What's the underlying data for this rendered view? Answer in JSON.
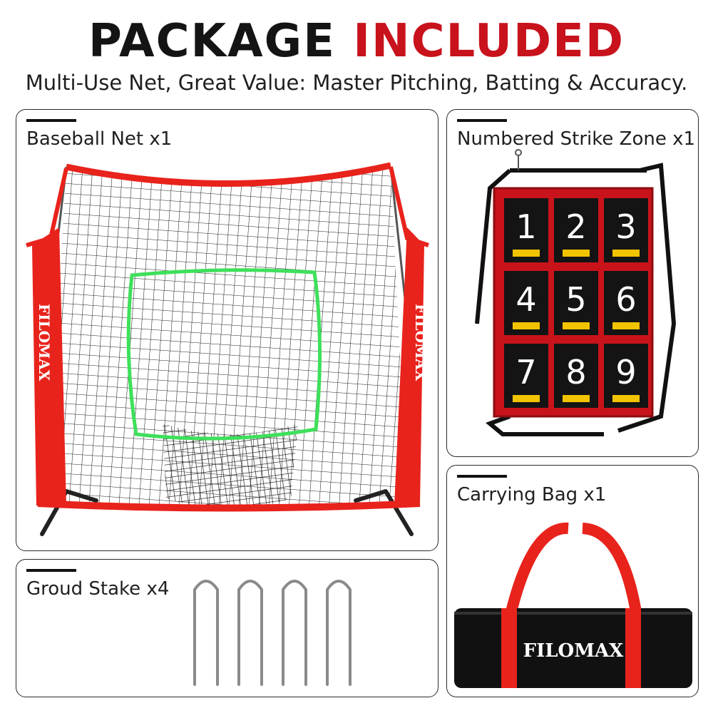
{
  "header": {
    "title_part1": "PACKAGE",
    "title_part2": "INCLUDED",
    "subtitle": "Multi-Use Net, Great Value: Master Pitching, Batting & Accuracy."
  },
  "items": {
    "net": {
      "label": "Baseball Net x1",
      "brand": "FILOMAX"
    },
    "strike_zone": {
      "label": "Numbered Strike Zone x1",
      "numbers": [
        "1",
        "2",
        "3",
        "4",
        "5",
        "6",
        "7",
        "8",
        "9"
      ]
    },
    "stake": {
      "label": "Groud Stake x4"
    },
    "bag": {
      "label": "Carrying Bag x1",
      "brand": "FILOMAX"
    }
  },
  "colors": {
    "accent": "#c8121c",
    "net_frame": "#e8231c",
    "target_frame": "#3ee05a",
    "zone_panel": "#c9131b",
    "zone_cell": "#141414",
    "zone_strip": "#f2c300",
    "bag": "#111111"
  },
  "icons": [
    "baseball-net-image",
    "strike-zone-image",
    "ground-stake-image",
    "carrying-bag-image"
  ]
}
